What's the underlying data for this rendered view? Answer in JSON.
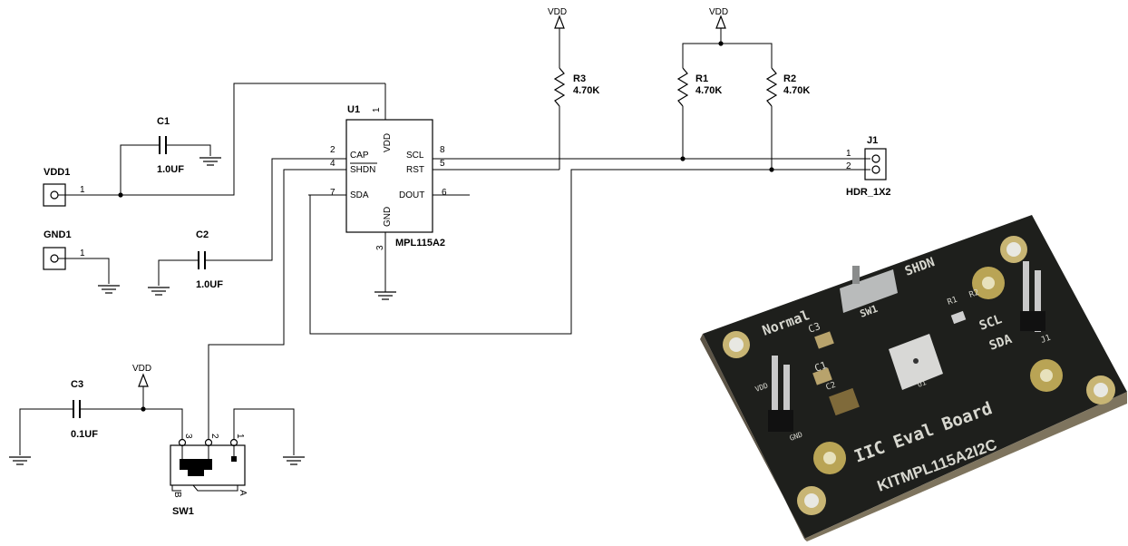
{
  "colors": {
    "ink": "#000000",
    "board": "#1e1f1c",
    "pad": "#c8b574",
    "silk": "#d8d8d0"
  },
  "supply": {
    "vdd": "VDD"
  },
  "u1": {
    "ref": "U1",
    "value": "MPL115A2",
    "pins": [
      {
        "num": "1",
        "name": "VDD"
      },
      {
        "num": "2",
        "name": "CAP"
      },
      {
        "num": "4",
        "name": "SHDN"
      },
      {
        "num": "7",
        "name": "SDA"
      },
      {
        "num": "8",
        "name": "SCL"
      },
      {
        "num": "5",
        "name": "RST"
      },
      {
        "num": "6",
        "name": "DOUT"
      },
      {
        "num": "3",
        "name": "GND"
      }
    ]
  },
  "c1": {
    "ref": "C1",
    "value": "1.0UF"
  },
  "c2": {
    "ref": "C2",
    "value": "1.0UF"
  },
  "c3": {
    "ref": "C3",
    "value": "0.1UF"
  },
  "vdd1": {
    "ref": "VDD1",
    "pin": "1"
  },
  "gnd1": {
    "ref": "GND1",
    "pin": "1"
  },
  "r1": {
    "ref": "R1",
    "value": "4.70K"
  },
  "r2": {
    "ref": "R2",
    "value": "4.70K"
  },
  "r3": {
    "ref": "R3",
    "value": "4.70K"
  },
  "j1": {
    "ref": "J1",
    "value": "HDR_1X2",
    "pins": [
      "1",
      "2"
    ]
  },
  "sw1": {
    "ref": "SW1",
    "pins": [
      "3",
      "2",
      "1"
    ],
    "side_b": "B",
    "side_a": "A"
  },
  "photo": {
    "normal": "Normal",
    "shdn": "SHDN",
    "sw1": "SW1",
    "c3": "C3",
    "c1": "C1",
    "c2": "C2",
    "r1": "R1",
    "r2": "R2",
    "scl": "SCL",
    "sda": "SDA",
    "j1": "J1",
    "u1": "U1",
    "vdd": "VDD",
    "gnd": "GND",
    "title": "IIC Eval Board",
    "part": "KITMPL115A2I2C"
  }
}
